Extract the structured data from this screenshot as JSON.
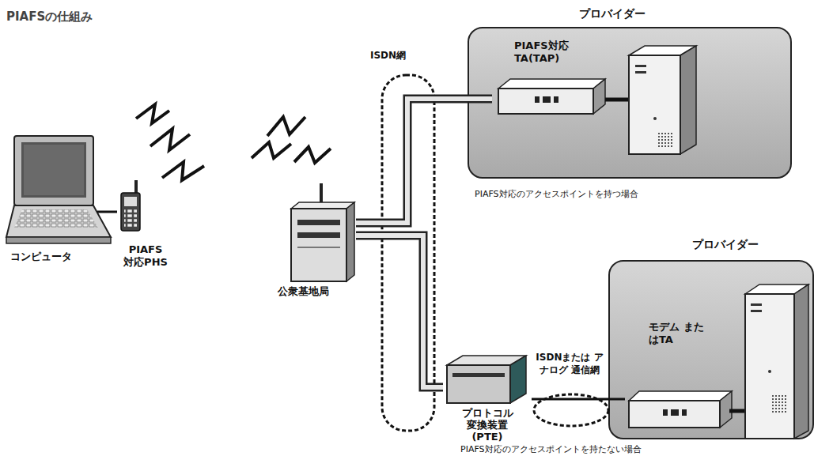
{
  "diagram": {
    "title": "PIAFSの仕組み",
    "nodes": [
      {
        "text": [
          "コンピュータ"
        ]
      },
      {
        "text": [
          "PIAFS 対応PHS"
        ]
      },
      {
        "text": [
          "公衆基地局"
        ]
      },
      {
        "text": [
          "プロバイダー"
        ]
      },
      {
        "text": [
          "PIAFS対応 TA(TAP)"
        ],
        "in": 3
      },
      {
        "text": [
          "プロトコル 変換装置 (PTE)"
        ]
      },
      {
        "text": [
          "プロバイダー"
        ]
      },
      {
        "text": [
          "モデム またはTA"
        ],
        "in": 6
      }
    ],
    "edges": [
      {
        "from": 0,
        "to": 1,
        "arrow": "none"
      },
      {
        "from": 2,
        "to": 4,
        "arrow": "none"
      },
      {
        "from": 2,
        "to": 5,
        "arrow": "none"
      },
      {
        "from": 5,
        "to": 7,
        "arrow": "none"
      }
    ],
    "labels": [
      "ISDN網",
      "ISDNまたは アナログ 通信網",
      "PIAFS対応のアクセスポイントを持つ場合",
      "PIAFS対応のアクセスポイントを持たない場合"
    ]
  }
}
